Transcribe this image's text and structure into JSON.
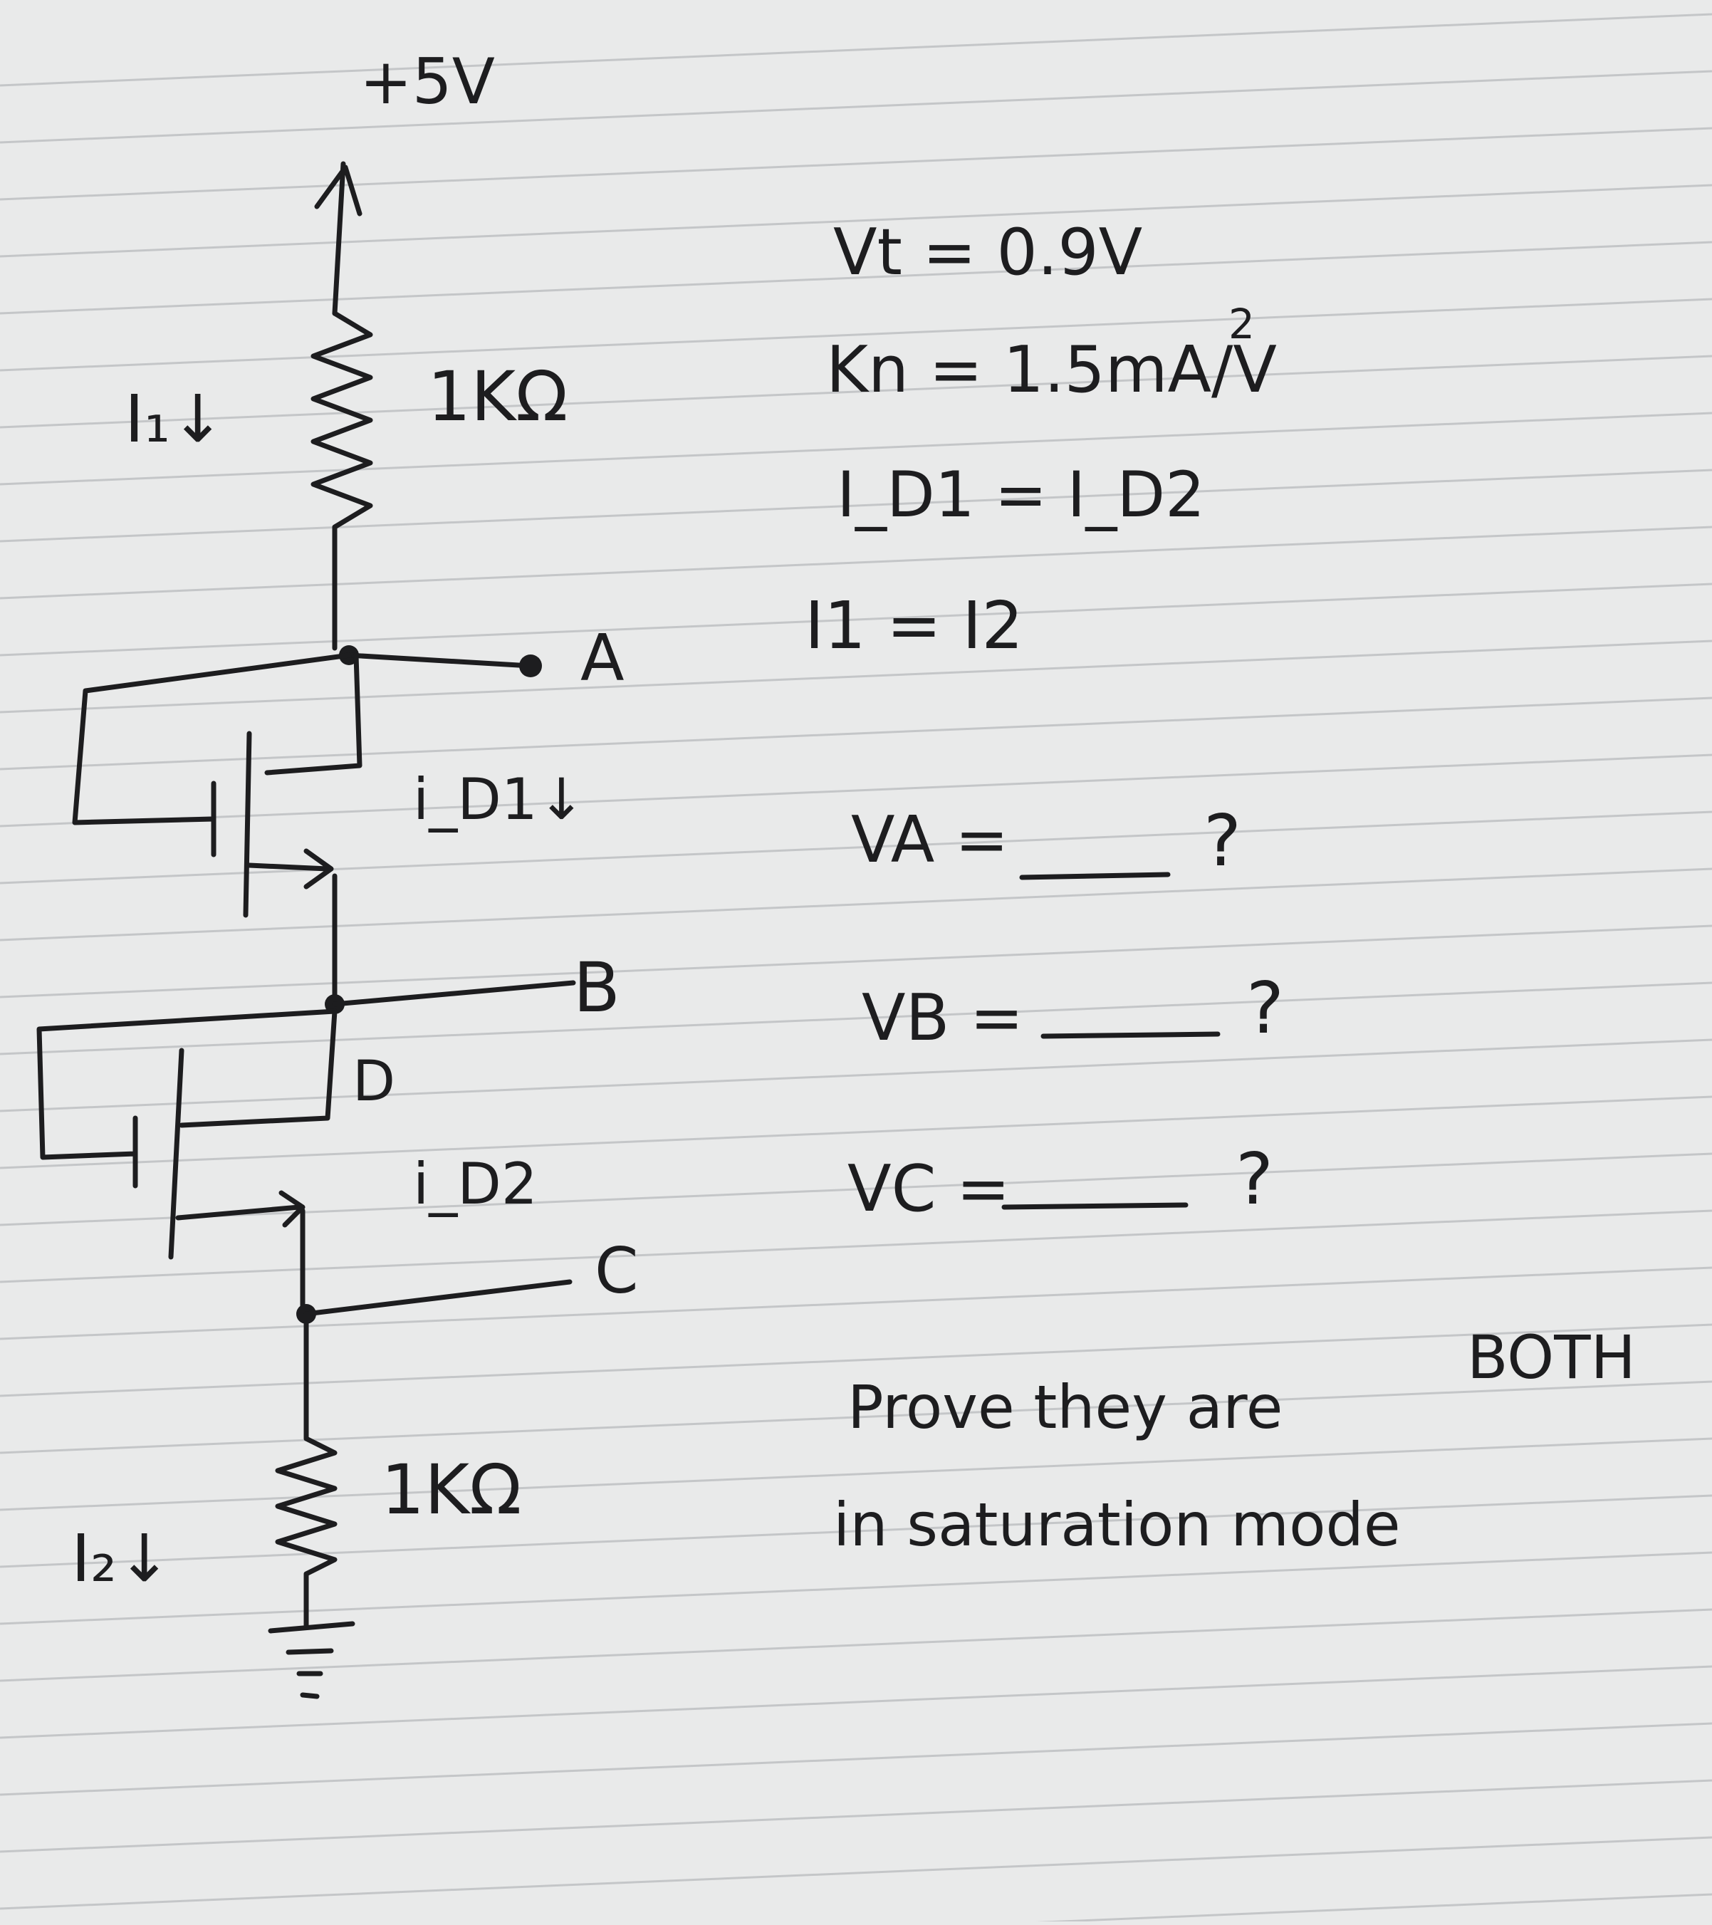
{
  "circuit": {
    "supply": "+5V",
    "resistor_top": "1KΩ",
    "resistor_bottom": "1KΩ",
    "current_1": "I₁↓",
    "current_2": "I₂↓",
    "drain_current_1": "i_D1↓",
    "drain_current_2": "i_D2",
    "node_a": "A",
    "node_b": "B",
    "node_c": "C",
    "node_d": "D"
  },
  "given": {
    "vt": "Vt = 0.9V",
    "kn": "Kn = 1.5mA/V",
    "kn_exp": "2",
    "id_eq": "I_D1 = I_D2",
    "i_eq": "I1 = I2"
  },
  "questions": [
    {
      "label": "VA =",
      "mark": "?"
    },
    {
      "label": "VB =",
      "mark": "?"
    },
    {
      "label": "VC =",
      "mark": "?"
    }
  ],
  "prompt": {
    "line1a": "Prove they are",
    "line1b": "BOTH",
    "line2": "in saturation mode"
  },
  "colors": {
    "paper": "#e9eaea",
    "ink": "#1d1d1f",
    "rule": "#c4c6c8"
  }
}
